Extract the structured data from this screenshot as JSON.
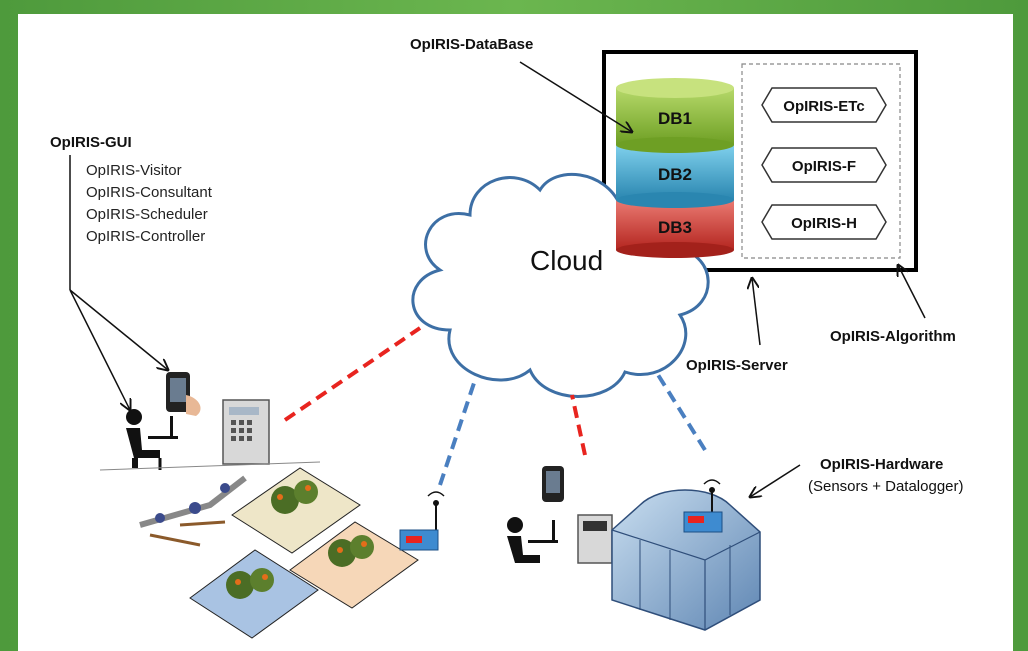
{
  "diagram": {
    "cloud_label": "Cloud",
    "database": {
      "label": "OpIRIS-DataBase",
      "db1": "DB1",
      "db2": "DB2",
      "db3": "DB3"
    },
    "algorithms": {
      "items": [
        "OpIRIS-ETc",
        "OpIRIS-F",
        "OpIRIS-H"
      ],
      "label": "OpIRIS-Algorithm"
    },
    "server_label": "OpIRIS-Server",
    "gui": {
      "label": "OpIRIS-GUI",
      "items": [
        "OpIRIS-Visitor",
        "OpIRIS-Consultant",
        "OpIRIS-Scheduler",
        "OpIRIS-Controller"
      ]
    },
    "hardware": {
      "label": "OpIRIS-Hardware",
      "sublabel": "(Sensors + Datalogger)"
    },
    "colors": {
      "db1": "#8dbf3a",
      "db2": "#3aa6cc",
      "db3": "#cf3a32",
      "red_link": "#e8241f",
      "blue_link": "#4a7fc0",
      "cloud_stroke": "#3d6fa5",
      "background": "#5aa843"
    }
  }
}
